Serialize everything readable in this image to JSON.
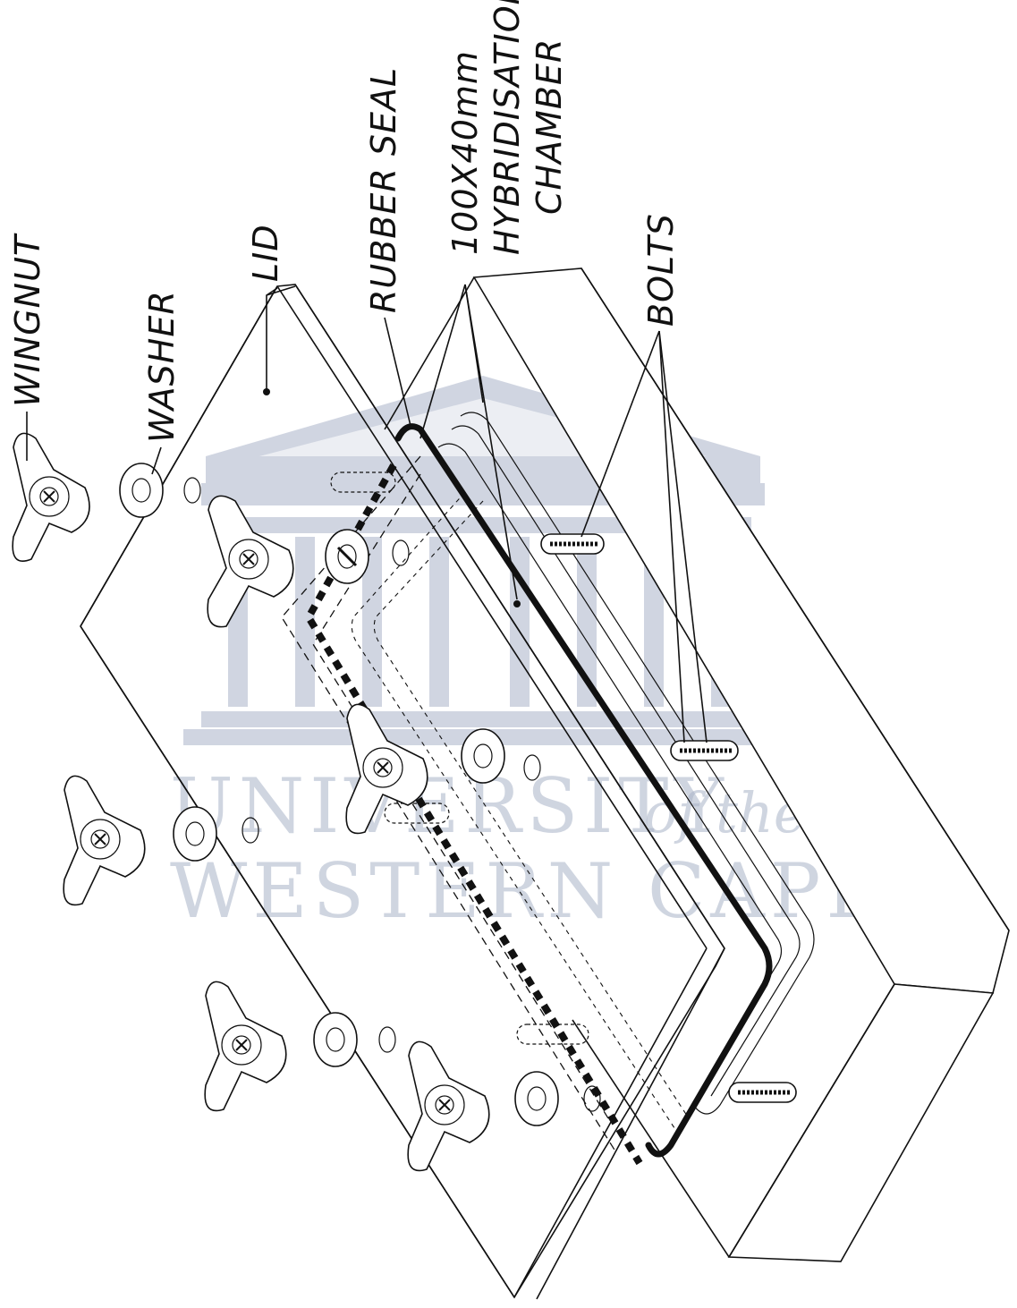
{
  "labels": {
    "wingnut": "WINGNUT",
    "washer": "WASHER",
    "lid": "LID",
    "rubber_seal": "RUBBER SEAL",
    "chamber_size": "100X40mm",
    "chamber_line2": "HYBRIDISATION",
    "chamber_line3": "CHAMBER",
    "bolts": "BOLTS"
  },
  "watermark": {
    "line1": "UNIVERSITY",
    "line1_suffix": "of the",
    "line2": "WESTERN CAPE",
    "color": "#a9b3c8"
  },
  "colors": {
    "ink": "#111111",
    "background": "#ffffff"
  }
}
